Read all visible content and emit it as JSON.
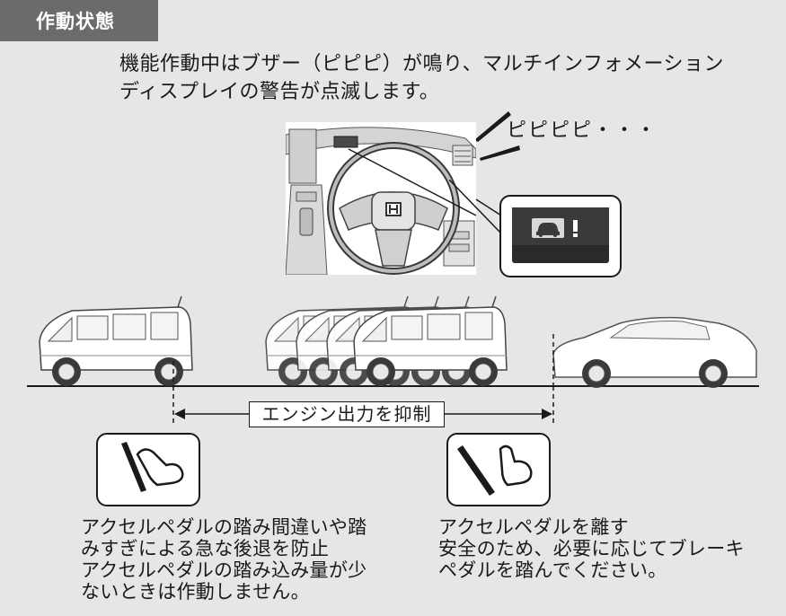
{
  "header": {
    "title": "作動状態"
  },
  "intro": {
    "line1": "機能作動中はブザー（ピピピ）が鳴り、マルチインフォメーション",
    "line2": "ディスプレイの警告が点滅します。"
  },
  "buzzer": {
    "text": "ピピピピ・・・"
  },
  "range": {
    "label": "エンジン出力を抑制"
  },
  "notes": {
    "left": [
      "アクセルペダルの踏み間違いや踏",
      "みすぎによる急な後退を防止",
      "アクセルペダルの踏み込み量が少",
      "ないときは作動しません。"
    ],
    "right": [
      "アクセルペダルを離す",
      "安全のため、必要に応じてブレーキ",
      "ペダルを踏んでください。"
    ]
  },
  "icons": {
    "warning": "car-warning-icon",
    "pedal_pressed": "accelerator-pressed-icon",
    "pedal_released": "accelerator-released-icon"
  },
  "colors": {
    "background": "#e6e6e6",
    "header": "#6b6b6b",
    "display": "#2a2a2a"
  }
}
